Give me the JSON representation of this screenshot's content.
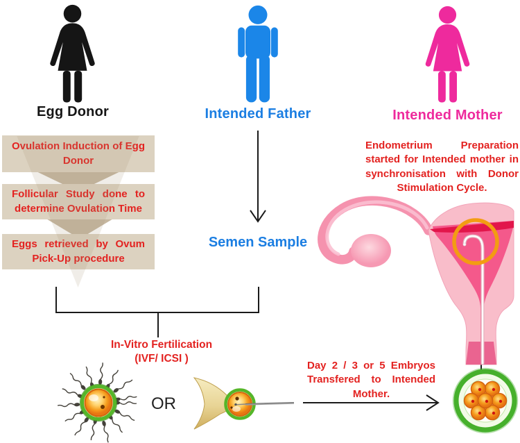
{
  "title_row": {
    "egg_donor_label": "Egg Donor",
    "intended_father_label": "Intended Father",
    "intended_mother_label": "Intended Mother"
  },
  "donor_steps": [
    "Ovulation Induction of Egg Donor",
    "Follicular Study done to determine Ovulation Time",
    "Eggs retrieved by Ovum Pick-Up procedure"
  ],
  "semen_sample_label": "Semen Sample",
  "endometrium_note": "Endometrium Preparation started for Intended mother in synchronisation with Donor Stimulation Cycle.",
  "ivf_label_line1": "In-Vitro Fertilication",
  "ivf_label_line2": "(IVF/ ICSI )",
  "or_label": "OR",
  "transfer_note": "Day 2 / 3 or 5 Embryos Transfered to Intended Mother.",
  "icons": [
    "egg-donor-female-icon",
    "intended-father-male-icon",
    "intended-mother-female-icon",
    "uterus-illustration",
    "ivf-egg-with-sperm-illustration",
    "icsi-injection-illustration",
    "embryo-illustration",
    "embryo-transfer-highlight-circle"
  ],
  "colors": {
    "red_text": "#e32220",
    "father_blue": "#1b7ee2",
    "mother_pink": "#ee2a9d",
    "donor_black": "#151515",
    "step_box_bg": "#dcd2c0",
    "step_arrow_tan": "#c6b7a0",
    "highlight_circle_orange": "#f39c12",
    "uterus_pink": "#f9bdca",
    "egg_orange": "#f59d1d",
    "egg_ring_green": "#55b629"
  }
}
